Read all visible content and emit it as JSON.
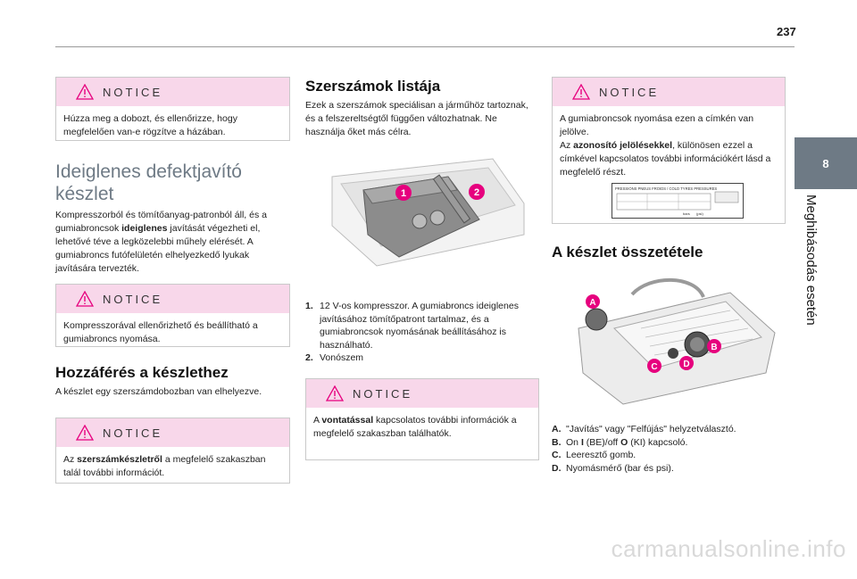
{
  "page_number": "237",
  "side_tab": {
    "number": "8",
    "label": "Meghibásodás esetén"
  },
  "col1": {
    "notice1": {
      "title": "NOTICE",
      "text": "Húzza meg a dobozt, és ellenőrizze, hogy megfelelően van-e rögzítve a házában."
    },
    "heading_line1": "Ideiglenes defektjavító",
    "heading_line2": "készlet",
    "para1_pre": "Kompresszorból és tömítőanyag-patronból áll, és a gumiabroncsok ",
    "para1_bold": "ideiglenes",
    "para1_post": " javítását végezheti el, lehetővé téve a legközelebbi műhely elérését. A gumiabroncs futófelületén elhelyezkedő lyukak javítására tervezték.",
    "notice2": {
      "title": "NOTICE",
      "text": "Kompresszorával ellenőrizhető és beállítható a gumiabroncs nyomása."
    },
    "heading2": "Hozzáférés a készlethez",
    "para2": "A készlet egy szerszámdobozban van elhelyezve.",
    "notice3": {
      "title": "NOTICE",
      "text_pre": "Az ",
      "text_bold": "szerszámkészletről",
      "text_post": " a megfelelő szakaszban talál további információt."
    }
  },
  "col2": {
    "heading": "Szerszámok listája",
    "para": "Ezek a szerszámok speciálisan a járműhöz tartoznak, és a felszereltségtől függően változhatnak. Ne használja őket más célra.",
    "callout1": "1",
    "callout2": "2",
    "list": [
      {
        "key": "1.",
        "text": "12 V-os kompresszor. A gumiabroncs ideiglenes javításához tömítőpatront tartalmaz, és a gumiabroncsok nyomásának beállításához is használható."
      },
      {
        "key": "2.",
        "text": "Vonószem"
      }
    ],
    "notice": {
      "title": "NOTICE",
      "text_pre": "A ",
      "text_bold": "vontatással",
      "text_post": " kapcsolatos további információk a megfelelő szakaszban találhatók."
    }
  },
  "col3": {
    "notice": {
      "title": "NOTICE",
      "line1": "A gumiabroncsok nyomása ezen a címkén van jelölve.",
      "line2_pre": "Az ",
      "line2_bold": "azonosító jelölésekkel",
      "line2_post": ", különösen ezzel a címkével kapcsolatos további információkért lásd a megfelelő részt.",
      "label_header": "PRESSIONS PNEUS FROIDS / COLD TYRES PRESSURES",
      "label_bar": "bars",
      "label_psi": "(psi)"
    },
    "heading": "A készlet összetétele",
    "callouts": [
      "A",
      "B",
      "C",
      "D"
    ],
    "list": [
      {
        "key": "A.",
        "pre": "\"Javítás\" vagy \"Felfújás\" helyzetválasztó.",
        "bold1": "",
        "mid": "",
        "bold2": "",
        "post": ""
      },
      {
        "key": "B.",
        "pre": "On ",
        "bold1": "I",
        "mid": " (BE)/off ",
        "bold2": "O",
        "post": " (KI) kapcsoló."
      },
      {
        "key": "C.",
        "pre": "Leeresztő gomb.",
        "bold1": "",
        "mid": "",
        "bold2": "",
        "post": ""
      },
      {
        "key": "D.",
        "pre": "Nyomásmérő (bar és psi).",
        "bold1": "",
        "mid": "",
        "bold2": "",
        "post": ""
      }
    ]
  },
  "watermark": "carmanualsonline.info",
  "colors": {
    "notice_head": "#f8d7ea",
    "heading_light": "#6e7a85",
    "callout": "#e6007e",
    "tab": "#6e7a85"
  }
}
